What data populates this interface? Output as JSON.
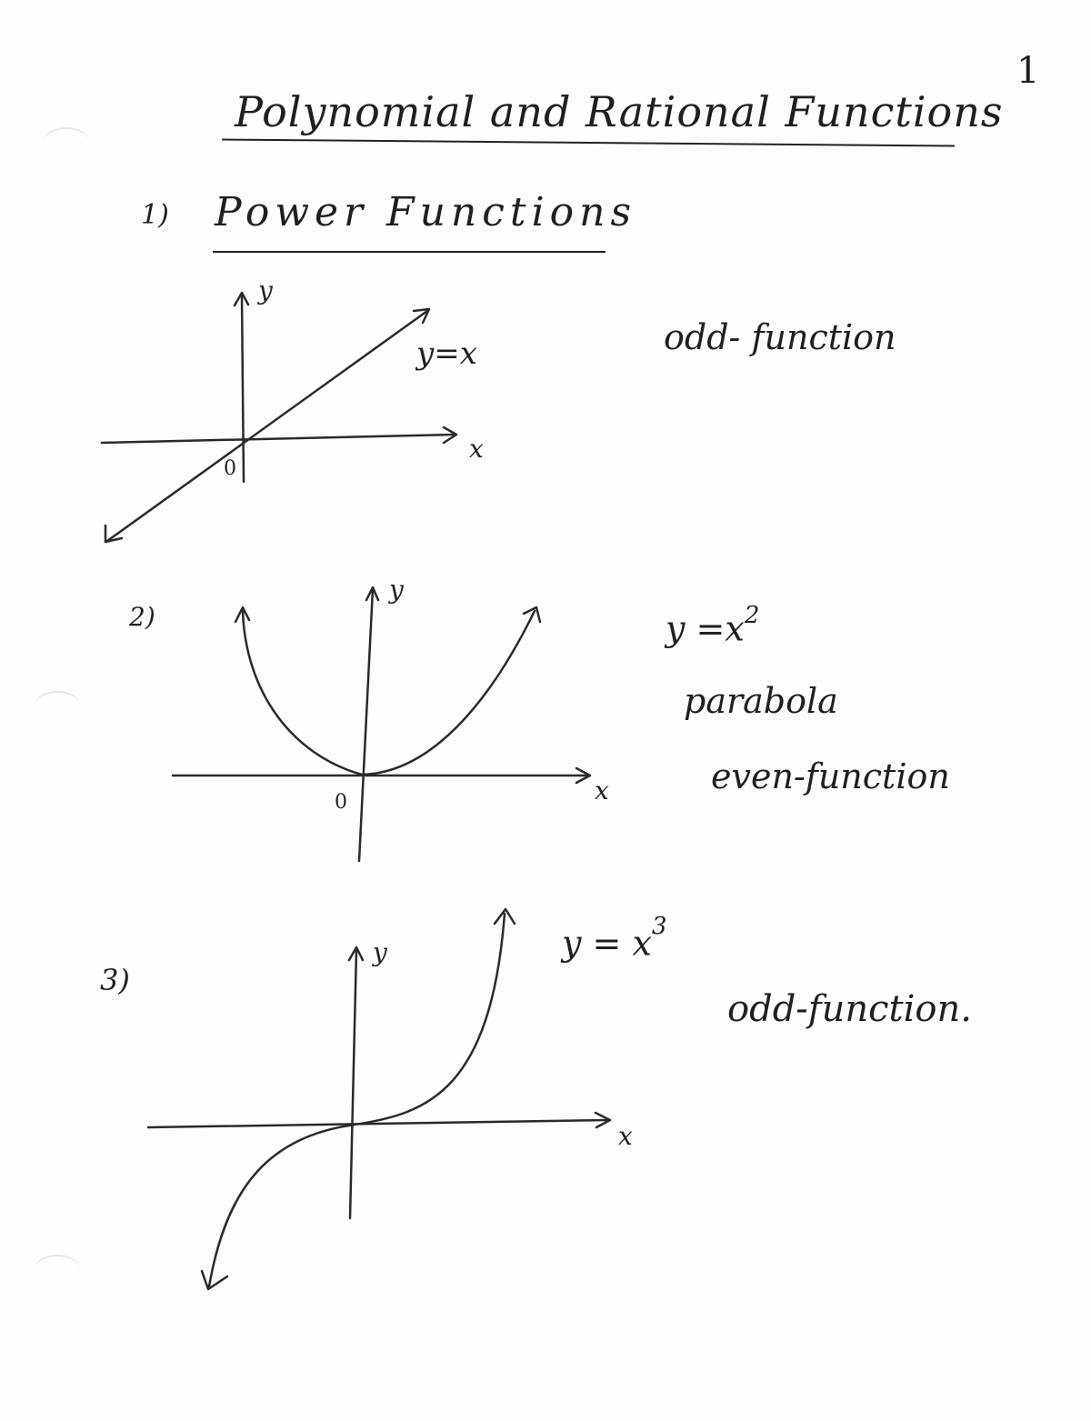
{
  "page_number": "1",
  "title": "Polynomial and Rational Functions",
  "section": {
    "number": "1)",
    "heading": "Power Functions"
  },
  "plots": [
    {
      "equation": "y=x",
      "description": "odd- function",
      "axis_x": "x",
      "axis_y": "y",
      "origin": "0"
    },
    {
      "number": "2)",
      "equation_base": "y =x",
      "equation_power": "2",
      "name": "parabola",
      "description": "even-function",
      "axis_x": "x",
      "axis_y": "y",
      "origin": "0"
    },
    {
      "number": "3)",
      "equation_base": "y = x",
      "equation_power": "3",
      "description": "odd-function.",
      "axis_x": "x",
      "axis_y": "y"
    }
  ]
}
